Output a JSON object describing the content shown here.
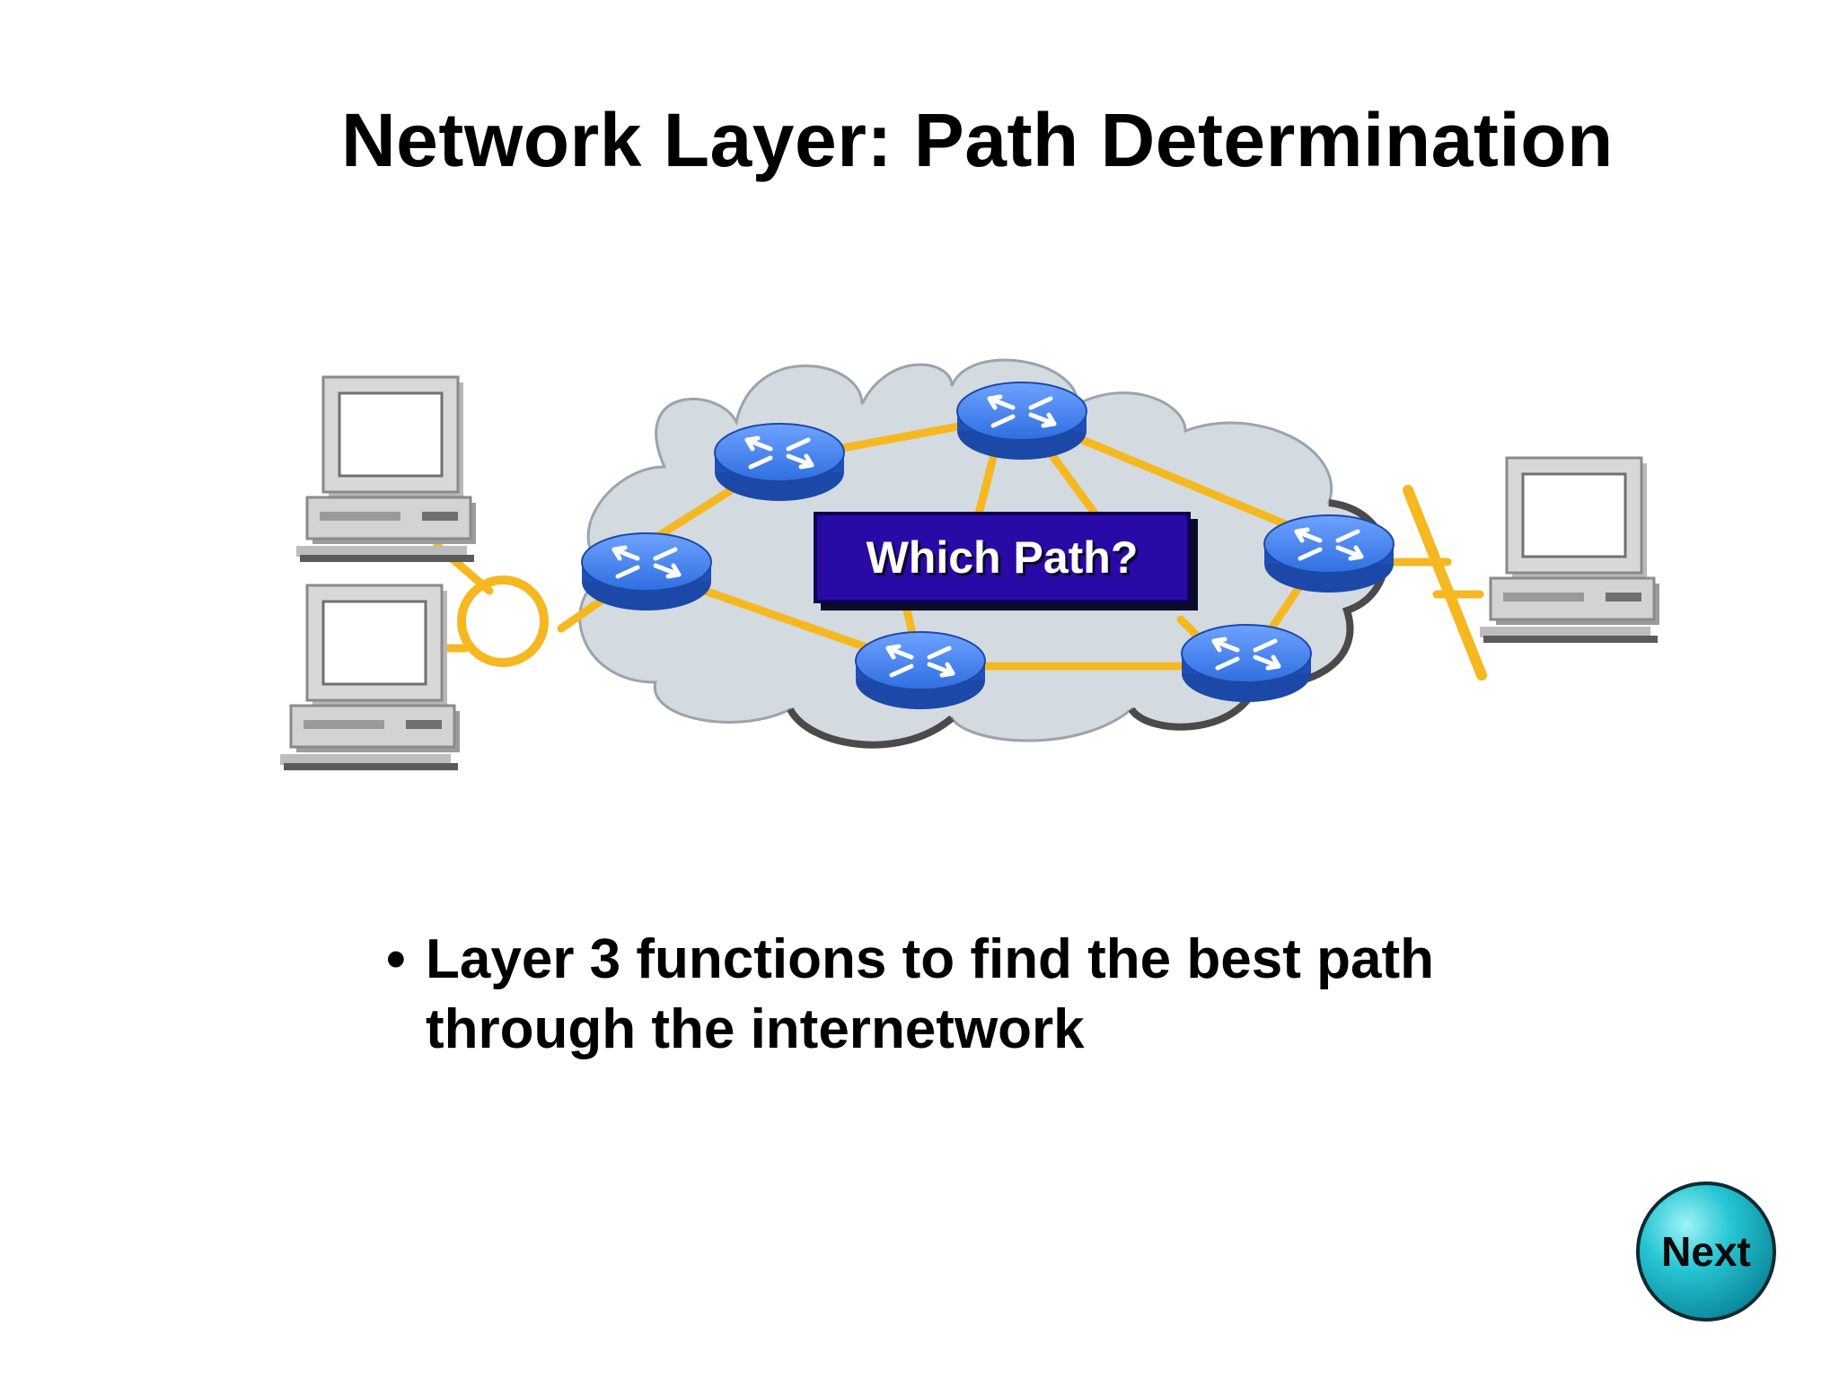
{
  "title": "Network Layer: Path Determination",
  "diagram": {
    "center_label": "Which Path?"
  },
  "bullet": {
    "marker": "•",
    "text": "Layer 3 functions to find the best path through the internetwork"
  },
  "next_button": {
    "label": "Next"
  },
  "colors": {
    "link": "#f5b820",
    "router": "#2f6fe0",
    "cloud": "#d4dbe0",
    "label_bg": "#2a0aa6",
    "next_button": "#27c6d4"
  },
  "icons": [
    "computer-icon",
    "router-icon",
    "ring-hub-icon",
    "bus-segment-icon",
    "cloud-icon"
  ]
}
